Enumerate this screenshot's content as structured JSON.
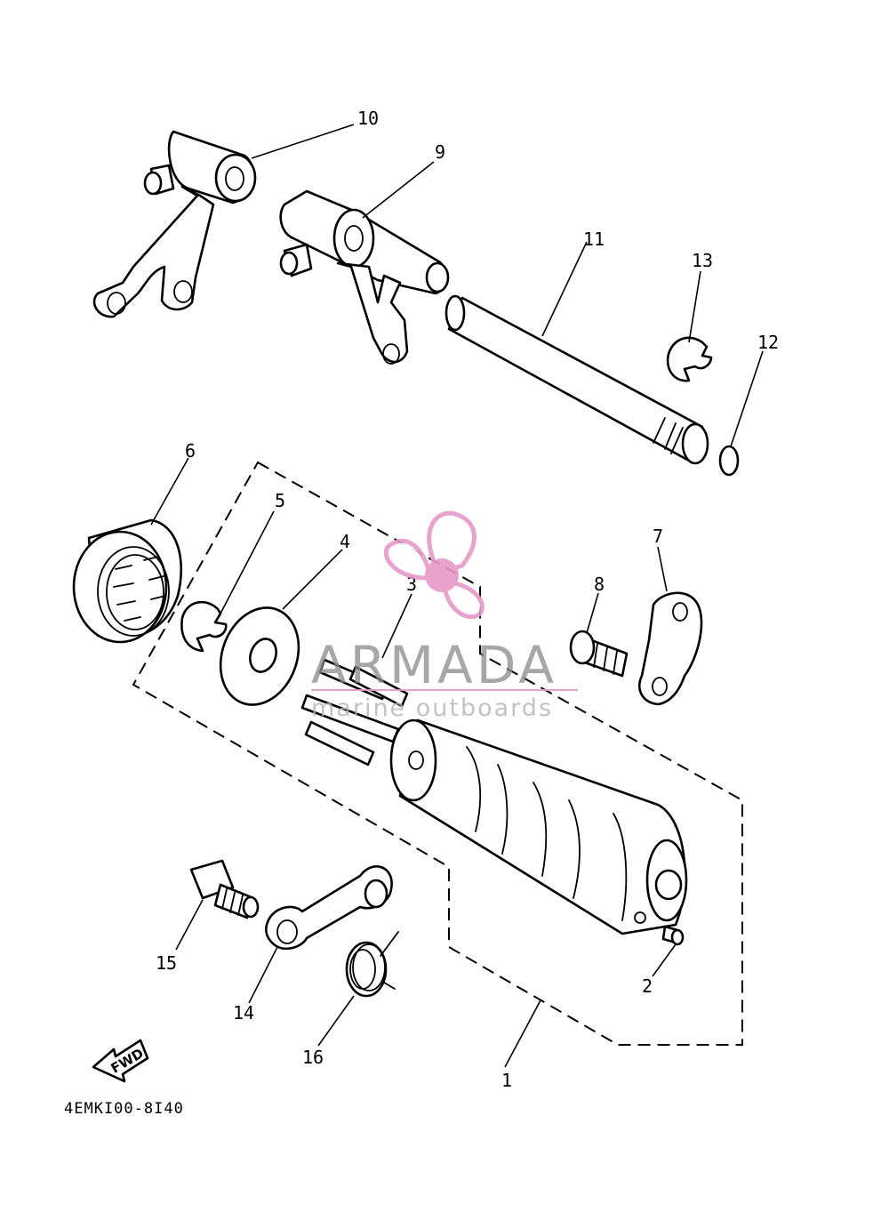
{
  "diagram": {
    "part_code": "4EMKI00-8I40",
    "fwd_label": "FWD",
    "callouts": [
      {
        "id": "p1",
        "label": "1"
      },
      {
        "id": "p2",
        "label": "2"
      },
      {
        "id": "p3",
        "label": "3"
      },
      {
        "id": "p4",
        "label": "4"
      },
      {
        "id": "p5",
        "label": "5"
      },
      {
        "id": "p6",
        "label": "6"
      },
      {
        "id": "p7",
        "label": "7"
      },
      {
        "id": "p8",
        "label": "8"
      },
      {
        "id": "p9",
        "label": "9"
      },
      {
        "id": "p10",
        "label": "10"
      },
      {
        "id": "p11",
        "label": "11"
      },
      {
        "id": "p12",
        "label": "12"
      },
      {
        "id": "p13",
        "label": "13"
      },
      {
        "id": "p14",
        "label": "14"
      },
      {
        "id": "p15",
        "label": "15"
      },
      {
        "id": "p16",
        "label": "16"
      }
    ]
  },
  "watermark": {
    "title": "ARMADA",
    "subtitle": "marine outboards",
    "logo_icon": "propeller-icon",
    "title_color": "#8c8c8c",
    "accent_color": "#e59ac6"
  }
}
